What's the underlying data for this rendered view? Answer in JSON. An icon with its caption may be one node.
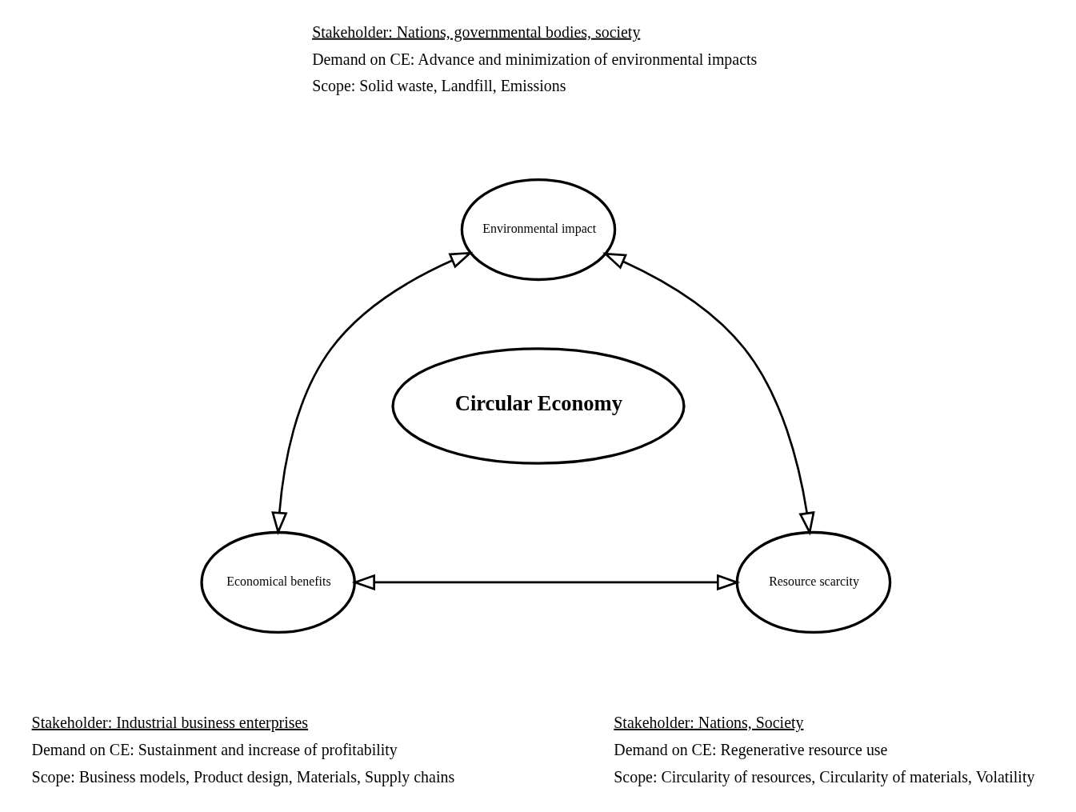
{
  "diagram": {
    "nodes": [
      {
        "text": [
          "Environmental impact"
        ],
        "beside": [
          "Stakeholder: Nations, governmental bodies, society",
          "Demand on CE: Advance and minimization of environmental impacts",
          "Scope: Solid waste, Landfill, Emissions"
        ]
      },
      {
        "text": [
          "Circular Economy"
        ]
      },
      {
        "text": [
          "Economical benefits"
        ],
        "beside": [
          "Stakeholder: Industrial business enterprises",
          "Demand on CE: Sustainment and increase of profitability",
          "Scope: Business models, Product design, Materials, Supply chains"
        ]
      },
      {
        "text": [
          "Resource scarcity"
        ],
        "beside": [
          "Stakeholder: Nations, Society",
          "Demand on CE: Regenerative resource use",
          "Scope: Circularity of resources, Circularity of materials, Volatility"
        ]
      }
    ],
    "edges": [
      {
        "from": 0,
        "to": 2,
        "arrow": "both"
      },
      {
        "from": 0,
        "to": 3,
        "arrow": "both"
      },
      {
        "from": 2,
        "to": 3,
        "arrow": "both"
      }
    ]
  }
}
